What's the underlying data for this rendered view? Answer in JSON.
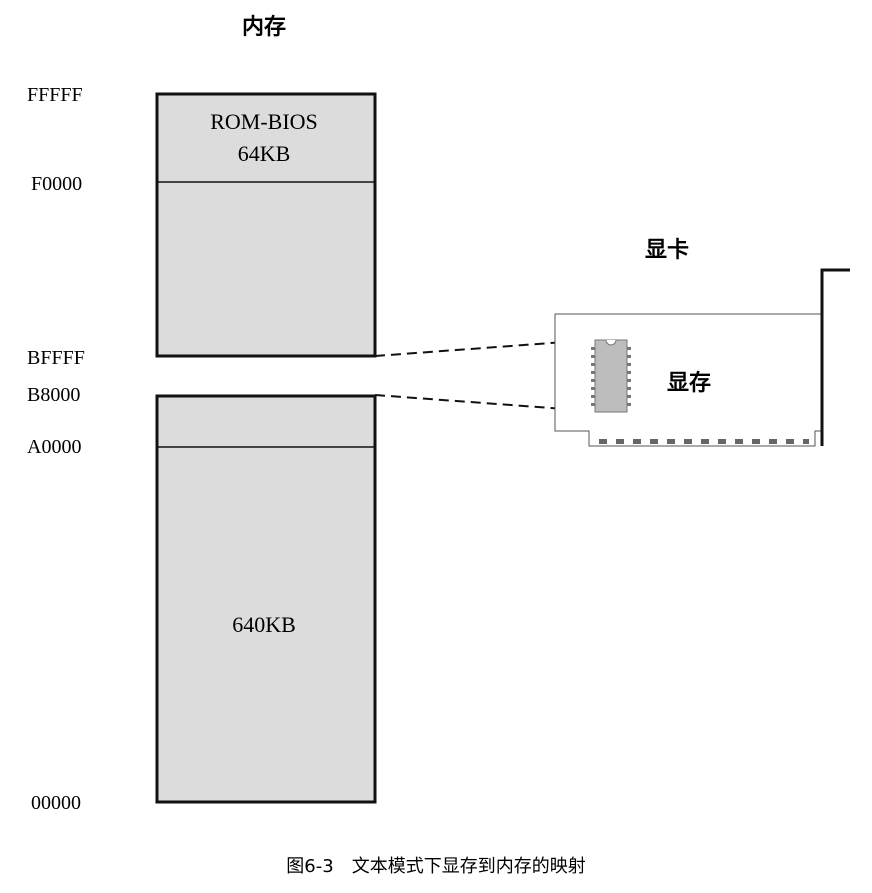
{
  "memory_title": "内存",
  "card_title": "显卡",
  "vram_label": "显存",
  "addresses": {
    "fffff": "FFFFF",
    "f0000": "F0000",
    "bffff": "BFFFF",
    "b8000": "B8000",
    "a0000": "A0000",
    "zero": "00000"
  },
  "regions": {
    "rom_line1": "ROM-BIOS",
    "rom_line2": "64KB",
    "ram": "640KB"
  },
  "caption": "图6-3　文本模式下显存到内存的映射",
  "colors": {
    "region_fill": "#dcdcdc",
    "chip_fill": "#bdbdbd",
    "stroke": "#111111"
  }
}
